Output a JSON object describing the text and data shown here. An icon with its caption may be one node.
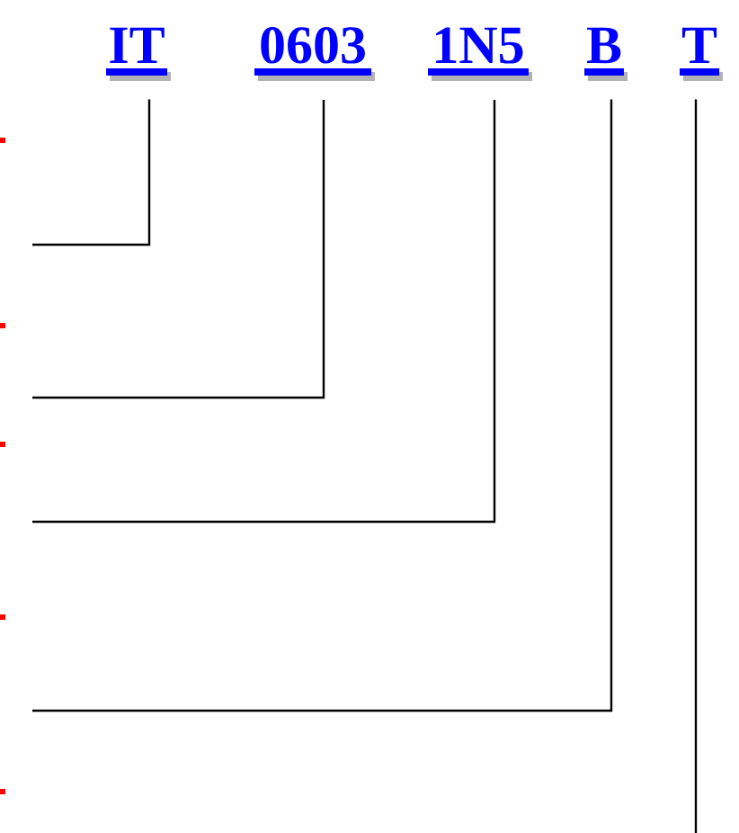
{
  "diagram": {
    "nodes": [
      {
        "text": [
          "IT"
        ]
      },
      {
        "text": [
          "0603"
        ]
      },
      {
        "text": [
          "1N5"
        ]
      },
      {
        "text": [
          "B"
        ]
      },
      {
        "text": [
          "T"
        ]
      }
    ],
    "edges": [
      {
        "from": 0,
        "to": null,
        "arrow": "none"
      },
      {
        "from": 1,
        "to": null,
        "arrow": "none"
      },
      {
        "from": 2,
        "to": null,
        "arrow": "none"
      },
      {
        "from": 3,
        "to": null,
        "arrow": "none"
      },
      {
        "from": 4,
        "to": null,
        "arrow": "none"
      }
    ]
  }
}
